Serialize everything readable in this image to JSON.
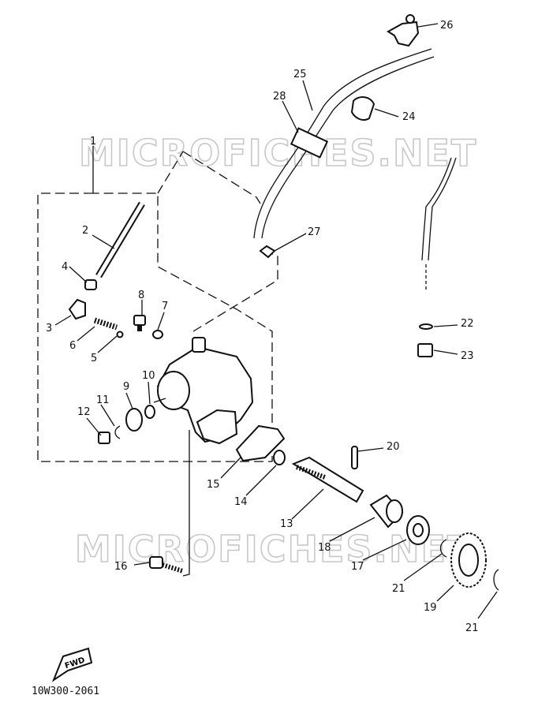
{
  "watermarks": [
    "MICROFICHES.NET",
    "MICROFICHES.NET"
  ],
  "diagram_code": "10W300-2061",
  "fwd_arrow_text": "FWD",
  "parts": [
    {
      "id": "1",
      "label": "1"
    },
    {
      "id": "2",
      "label": "2"
    },
    {
      "id": "3",
      "label": "3"
    },
    {
      "id": "4",
      "label": "4"
    },
    {
      "id": "5",
      "label": "5"
    },
    {
      "id": "6",
      "label": "6"
    },
    {
      "id": "7",
      "label": "7"
    },
    {
      "id": "8",
      "label": "8"
    },
    {
      "id": "9",
      "label": "9"
    },
    {
      "id": "10",
      "label": "10"
    },
    {
      "id": "11",
      "label": "11"
    },
    {
      "id": "12",
      "label": "12"
    },
    {
      "id": "13",
      "label": "13"
    },
    {
      "id": "14",
      "label": "14"
    },
    {
      "id": "15",
      "label": "15"
    },
    {
      "id": "16",
      "label": "16"
    },
    {
      "id": "17",
      "label": "17"
    },
    {
      "id": "18",
      "label": "18"
    },
    {
      "id": "19",
      "label": "19"
    },
    {
      "id": "20",
      "label": "20"
    },
    {
      "id": "21a",
      "label": "21"
    },
    {
      "id": "21b",
      "label": "21"
    },
    {
      "id": "22",
      "label": "22"
    },
    {
      "id": "23",
      "label": "23"
    },
    {
      "id": "24",
      "label": "24"
    },
    {
      "id": "25",
      "label": "25"
    },
    {
      "id": "26",
      "label": "26"
    },
    {
      "id": "27",
      "label": "27"
    },
    {
      "id": "28",
      "label": "28"
    }
  ]
}
